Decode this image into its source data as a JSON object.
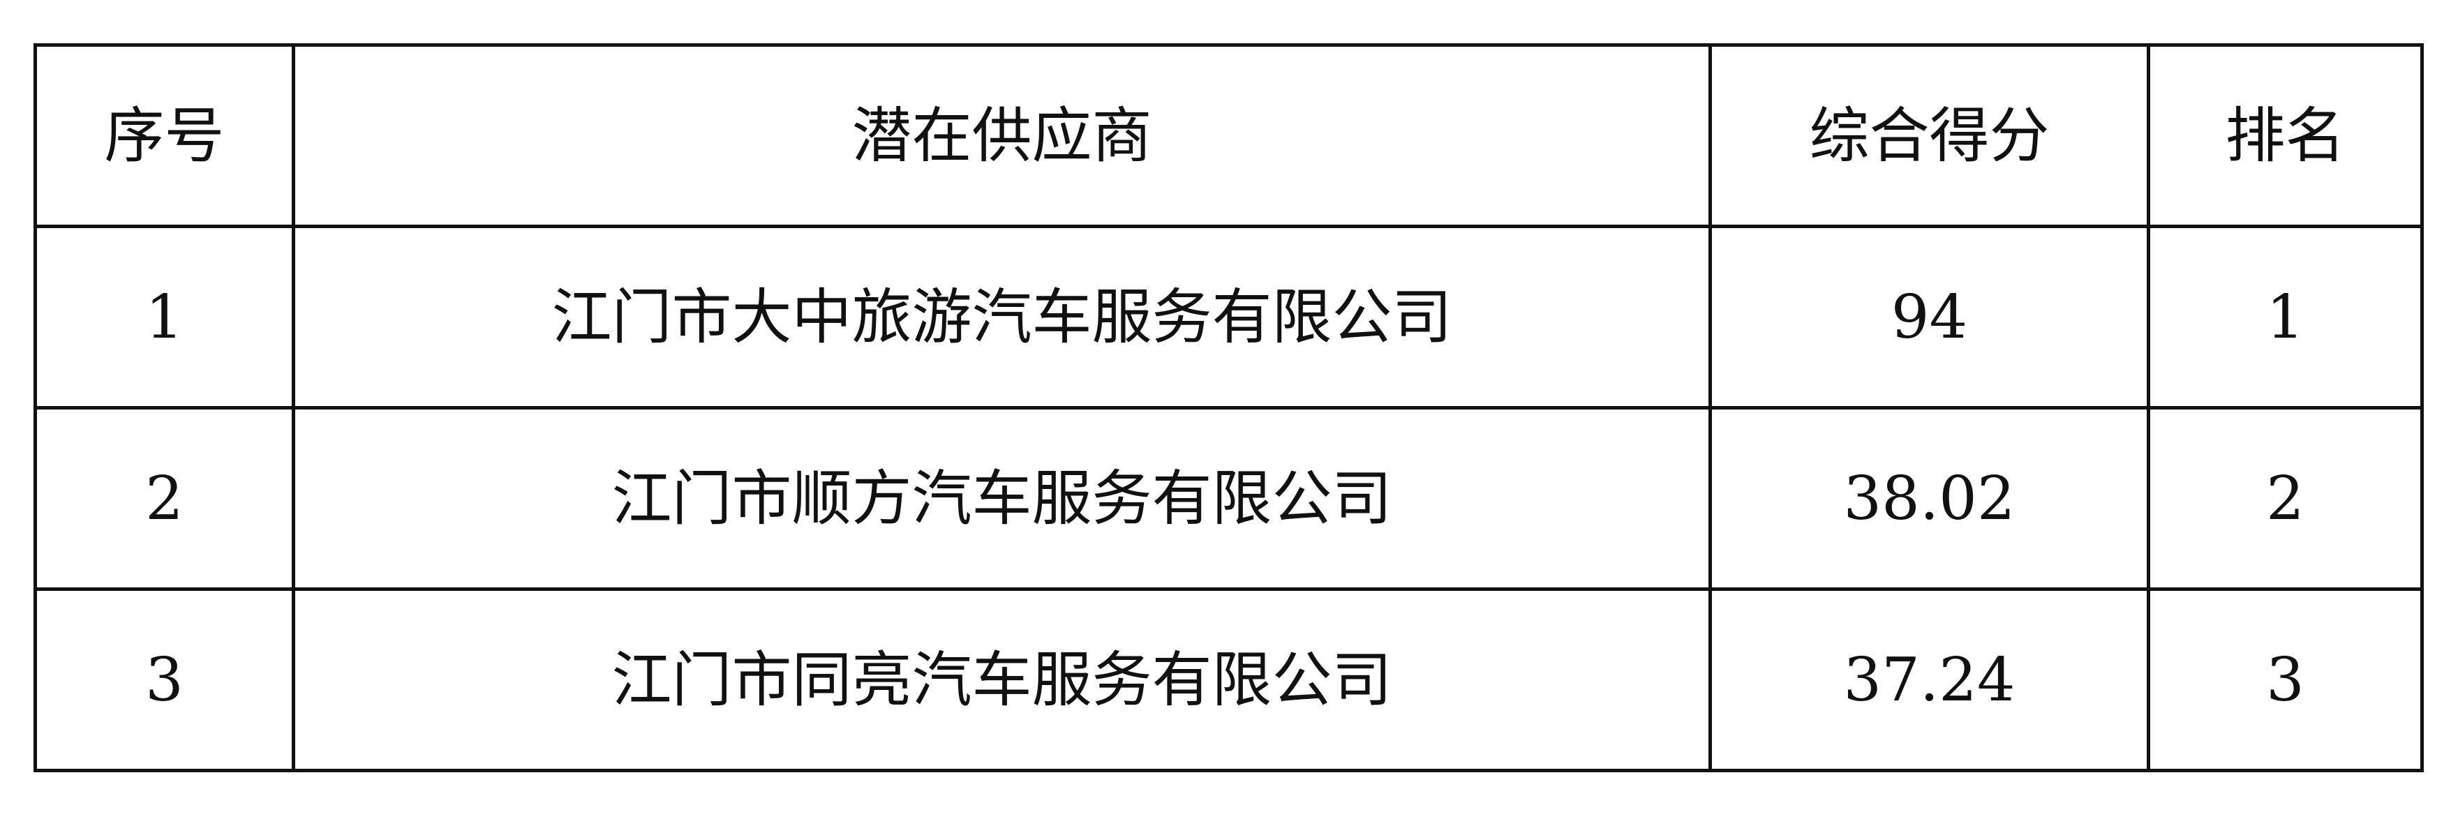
{
  "table": {
    "headers": {
      "index": "序号",
      "supplier": "潜在供应商",
      "score": "综合得分",
      "rank": "排名"
    },
    "rows": [
      {
        "index": "1",
        "supplier": "江门市大中旅游汽车服务有限公司",
        "score": "94",
        "rank": "1"
      },
      {
        "index": "2",
        "supplier": "江门市顺方汽车服务有限公司",
        "score": "38.02",
        "rank": "2"
      },
      {
        "index": "3",
        "supplier": "江门市同亮汽车服务有限公司",
        "score": "37.24",
        "rank": "3"
      }
    ]
  }
}
